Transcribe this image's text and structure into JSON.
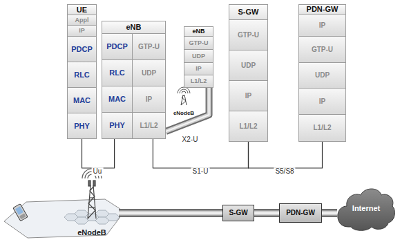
{
  "diagram": {
    "nodes": [
      {
        "text": [
          "UE"
        ]
      },
      {
        "text": [
          "Appl"
        ],
        "in": 0
      },
      {
        "text": [
          "IP"
        ],
        "in": 0
      },
      {
        "text": [
          "PDCP"
        ],
        "in": 0
      },
      {
        "text": [
          "RLC"
        ],
        "in": 0
      },
      {
        "text": [
          "MAC"
        ],
        "in": 0
      },
      {
        "text": [
          "PHY"
        ],
        "in": 0
      },
      {
        "text": [
          "eNB"
        ]
      },
      {
        "text": [
          "PDCP"
        ],
        "in": 7
      },
      {
        "text": [
          "GTP-U"
        ],
        "in": 7
      },
      {
        "text": [
          "RLC"
        ],
        "in": 7
      },
      {
        "text": [
          "UDP"
        ],
        "in": 7
      },
      {
        "text": [
          "MAC"
        ],
        "in": 7
      },
      {
        "text": [
          "IP"
        ],
        "in": 7
      },
      {
        "text": [
          "PHY"
        ],
        "in": 7
      },
      {
        "text": [
          "L1/L2"
        ],
        "in": 7
      },
      {
        "text": [
          "eNB"
        ]
      },
      {
        "text": [
          "GTP-U"
        ],
        "in": 16
      },
      {
        "text": [
          "UDP"
        ],
        "in": 16
      },
      {
        "text": [
          "IP"
        ],
        "in": 16
      },
      {
        "text": [
          "L1/L2"
        ],
        "in": 16
      },
      {
        "text": [
          "S-GW"
        ]
      },
      {
        "text": [
          "GTP-U"
        ],
        "in": 21
      },
      {
        "text": [
          "UDP"
        ],
        "in": 21
      },
      {
        "text": [
          "IP"
        ],
        "in": 21
      },
      {
        "text": [
          "L1/L2"
        ],
        "in": 21
      },
      {
        "text": [
          "PDN-GW"
        ]
      },
      {
        "text": [
          "IP"
        ],
        "in": 26
      },
      {
        "text": [
          "GTP-U"
        ],
        "in": 26
      },
      {
        "text": [
          "UDP"
        ],
        "in": 26
      },
      {
        "text": [
          "IP"
        ],
        "in": 26
      },
      {
        "text": [
          "L1/L2"
        ],
        "in": 26
      },
      {
        "text": [
          "S-GW"
        ]
      },
      {
        "text": [
          "PDN-GW"
        ]
      },
      {
        "text": [
          "Internet"
        ]
      }
    ],
    "edges": [
      {
        "from": 0,
        "to": 7,
        "arrow": "none",
        "label": "Uu"
      },
      {
        "from": 7,
        "to": 16,
        "arrow": "none",
        "label": "X2-U"
      },
      {
        "from": 7,
        "to": 21,
        "arrow": "none",
        "label": "S1-U"
      },
      {
        "from": 21,
        "to": 26,
        "arrow": "none",
        "label": "S5/S8"
      },
      {
        "from": 32,
        "to": 33,
        "arrow": "none"
      },
      {
        "from": 33,
        "to": 34,
        "arrow": "none"
      }
    ],
    "labels": [
      "eNodeB",
      "eNodeB"
    ]
  }
}
